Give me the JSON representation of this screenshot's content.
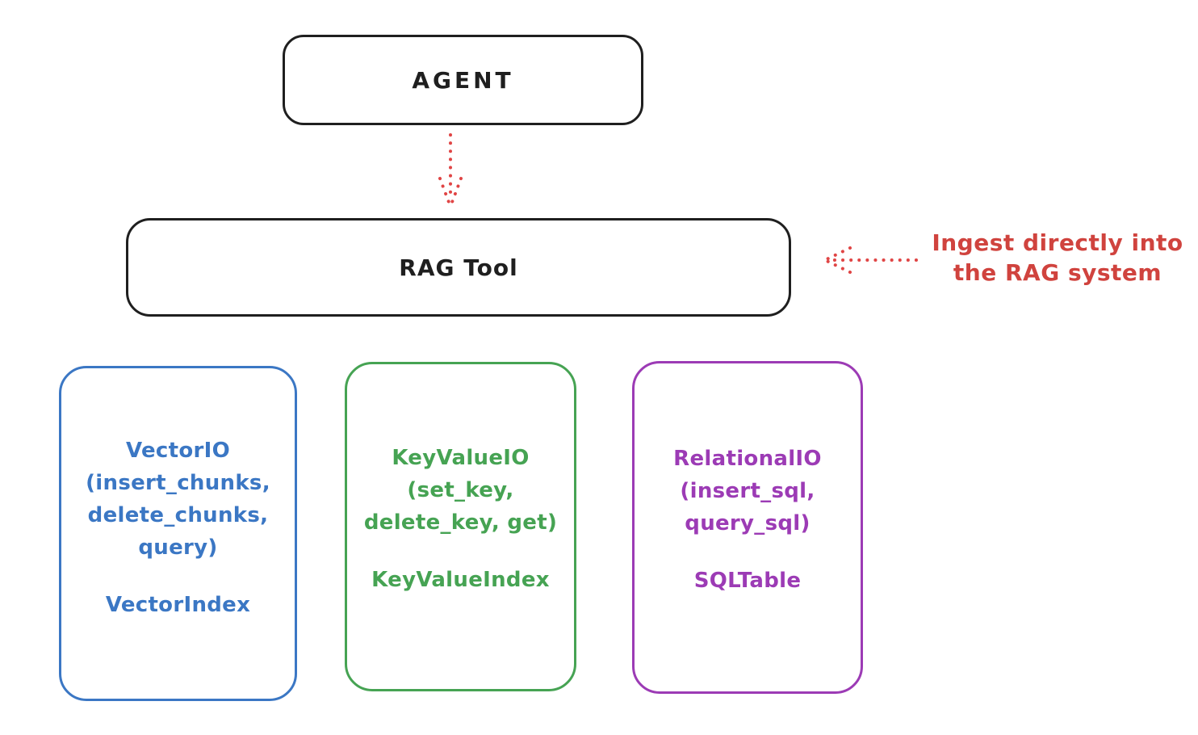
{
  "diagram": {
    "agent": {
      "label": "AGENT"
    },
    "rag_tool": {
      "label": "RAG Tool"
    },
    "annotation": {
      "line1": "Ingest directly into",
      "line2": "the RAG system"
    },
    "arrows": [
      {
        "name": "dotted-arrow-down",
        "from": "agent",
        "to": "rag_tool",
        "style": "dotted",
        "color": "#e04545"
      },
      {
        "name": "dotted-arrow-left",
        "from": "annotation",
        "to": "rag_tool",
        "style": "dotted",
        "color": "#e04545"
      }
    ],
    "nodes": [
      {
        "id": "vector-io",
        "color": "#3b77c4",
        "lines": [
          "VectorIO",
          "(insert_chunks,",
          "delete_chunks,",
          "query)"
        ],
        "index_label": "VectorIndex"
      },
      {
        "id": "keyvalue-io",
        "color": "#46a353",
        "lines": [
          "KeyValueIO",
          "(set_key,",
          "delete_key, get)"
        ],
        "index_label": "KeyValueIndex"
      },
      {
        "id": "relational-io",
        "color": "#9c3bb5",
        "lines": [
          "RelationalIO",
          "(insert_sql,",
          "query_sql)"
        ],
        "index_label": "SQLTable"
      }
    ],
    "colors": {
      "stroke": "#1f1f1f",
      "red": "#e04545",
      "annotation_red": "#d0433e",
      "blue": "#3b77c4",
      "green": "#46a353",
      "purple": "#9c3bb5",
      "background": "#ffffff"
    }
  }
}
